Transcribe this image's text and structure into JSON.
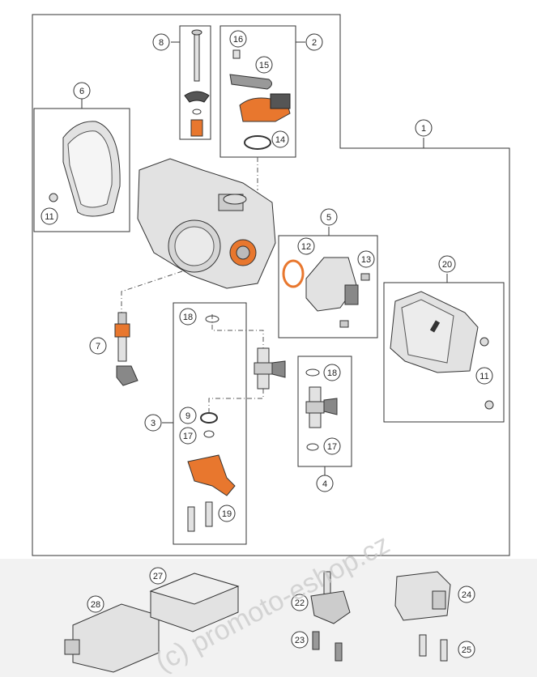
{
  "callouts": [
    "1",
    "2",
    "3",
    "4",
    "5",
    "6",
    "7",
    "8",
    "9",
    "11",
    "12",
    "13",
    "14",
    "15",
    "16",
    "17",
    "18",
    "19",
    "20",
    "22",
    "23",
    "24",
    "25",
    "27",
    "28"
  ],
  "extra_callouts": {
    "c11b": "11",
    "c17b": "17",
    "c18b": "18"
  },
  "watermark": "(c) promoto-eshop.cz",
  "colors": {
    "accent": "#e8772e",
    "part_gray": "#e2e2e2",
    "line": "#333333",
    "band": "#f2f2f2"
  }
}
